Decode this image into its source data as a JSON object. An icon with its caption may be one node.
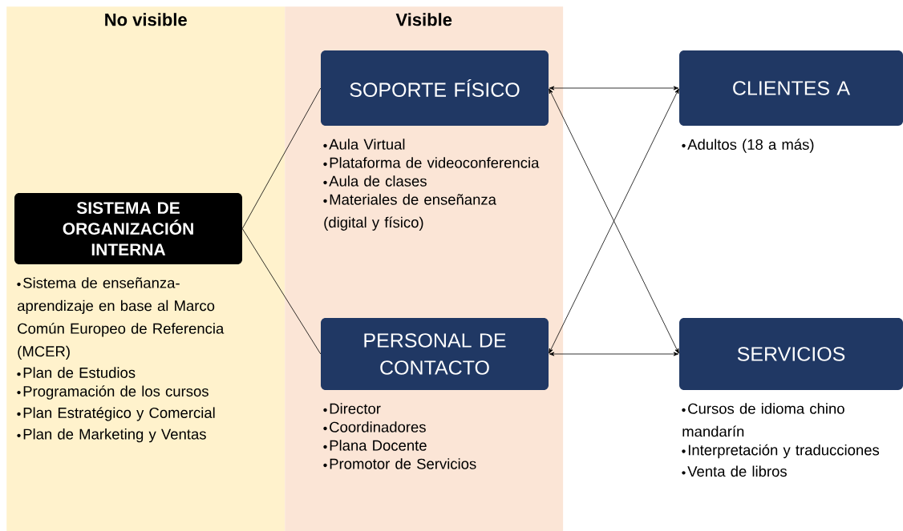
{
  "diagram": {
    "nodes": [
      {
        "text": [
          "No visible"
        ]
      },
      {
        "text": [
          "Visible"
        ]
      },
      {
        "text": [
          "SISTEMA DE ORGANIZACIÓN INTERNA"
        ],
        "in": 0,
        "beside": [
          "Sistema de enseñanza-aprendizaje en base al Marco Común Europeo de Referencia (MCER)",
          "Plan de Estudios",
          "Programación de los cursos",
          "Plan Estratégico y Comercial",
          "Plan de Marketing y Ventas"
        ]
      },
      {
        "text": [
          "SOPORTE FÍSICO"
        ],
        "in": 1,
        "beside": [
          "Aula Virtual",
          "Plataforma de videoconferencia",
          "Aula de clases",
          "Materiales de enseñanza (digital y físico)"
        ]
      },
      {
        "text": [
          "PERSONAL DE CONTACTO"
        ],
        "in": 1,
        "beside": [
          "Director",
          "Coordinadores",
          "Plana Docente",
          "Promotor de Servicios"
        ]
      },
      {
        "text": [
          "CLIENTES A"
        ],
        "beside": [
          "Adultos (18 a más)"
        ]
      },
      {
        "text": [
          "SERVICIOS"
        ],
        "beside": [
          "Cursos de idioma chino mandarín",
          "Interpretación y traducciones",
          "Venta de libros"
        ]
      }
    ],
    "edges": [
      {
        "from": 2,
        "to": 3,
        "arrow": "none"
      },
      {
        "from": 2,
        "to": 4,
        "arrow": "none"
      },
      {
        "from": 3,
        "to": 5,
        "arrow": "both"
      },
      {
        "from": 3,
        "to": 6,
        "arrow": "both"
      },
      {
        "from": 4,
        "to": 5,
        "arrow": "both"
      },
      {
        "from": 4,
        "to": 6,
        "arrow": "both"
      }
    ]
  }
}
